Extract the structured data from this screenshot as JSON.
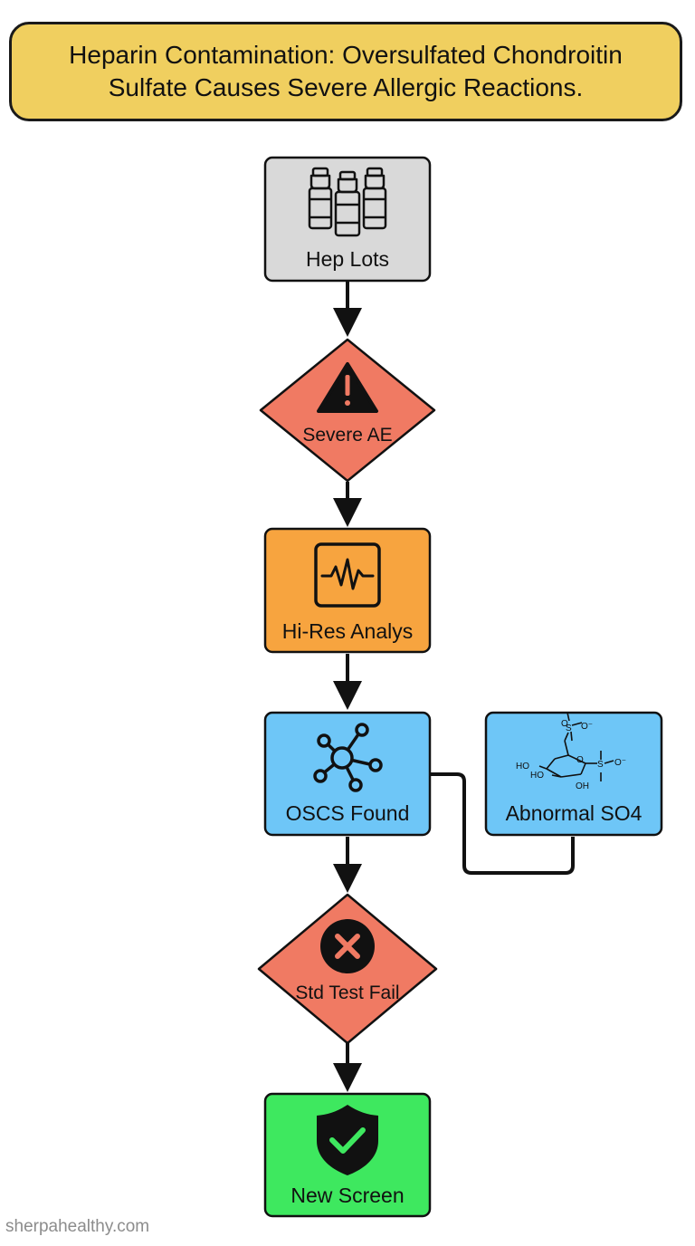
{
  "title": {
    "line1": "Heparin Contamination: Oversulfated Chondroitin",
    "line2": "Sulfate Causes Severe Allergic Reactions."
  },
  "nodes": {
    "hep_lots": {
      "label": "Hep Lots",
      "shape": "rectangle",
      "color": "#d9d9d9",
      "icon": "vials-icon"
    },
    "severe_ae": {
      "label": "Severe AE",
      "shape": "diamond",
      "color": "#f07a63",
      "icon": "warning-icon"
    },
    "hi_res": {
      "label": "Hi-Res Analys",
      "shape": "rectangle",
      "color": "#f7a43f",
      "icon": "waveform-icon"
    },
    "oscs": {
      "label": "OSCS Found",
      "shape": "rectangle",
      "color": "#6ec6f7",
      "icon": "molecule-icon"
    },
    "abnormal": {
      "label": "Abnormal SO4",
      "shape": "rectangle",
      "color": "#6ec6f7",
      "icon": "sulfated-sugar-structure-icon"
    },
    "std_test": {
      "label": "Std Test Fail",
      "shape": "diamond",
      "color": "#f07a63",
      "icon": "x-circle-icon"
    },
    "new_screen": {
      "label": "New Screen",
      "shape": "rectangle",
      "color": "#3ee85f",
      "icon": "shield-check-icon"
    }
  },
  "structure_labels": {
    "so3_top": "S",
    "o_minus_top": "O⁻",
    "o_top": "O",
    "o_ring": "O",
    "ho1": "HO",
    "ho2": "HO",
    "oh": "OH",
    "s_right": "S",
    "o_minus_right": "O⁻"
  },
  "watermark": "sherpahealthy.com"
}
